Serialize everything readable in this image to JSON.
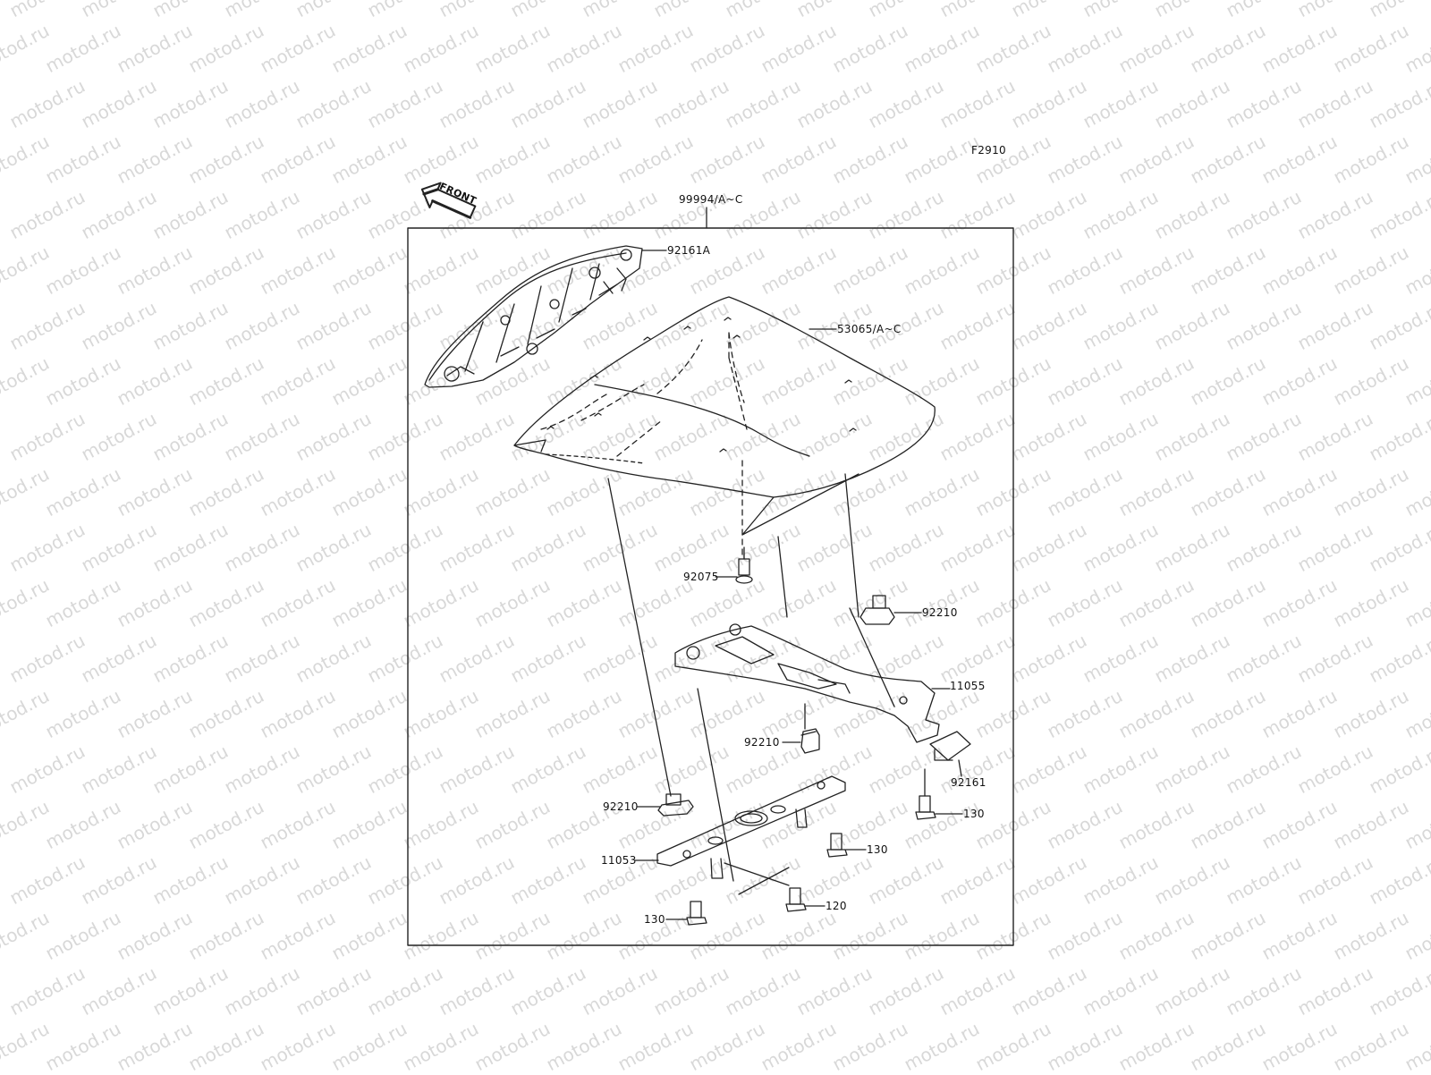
{
  "watermark": "motod.ru",
  "figure_code": "F2910",
  "front_label": "FRONT",
  "parts": {
    "kit": "99994/A~C",
    "seat_cover_tail": "92161A",
    "seat_cover": "53065/A~C",
    "bolt_92075": "92075",
    "nut_right": "92210",
    "bracket_upper": "11055",
    "pad": "92161",
    "nut_center": "92210",
    "nut_left": "92210",
    "bolt_130_right": "130",
    "bolt_130_center": "130",
    "bracket_lower": "11053",
    "bolt_130_left": "130",
    "bolt_120": "120"
  }
}
